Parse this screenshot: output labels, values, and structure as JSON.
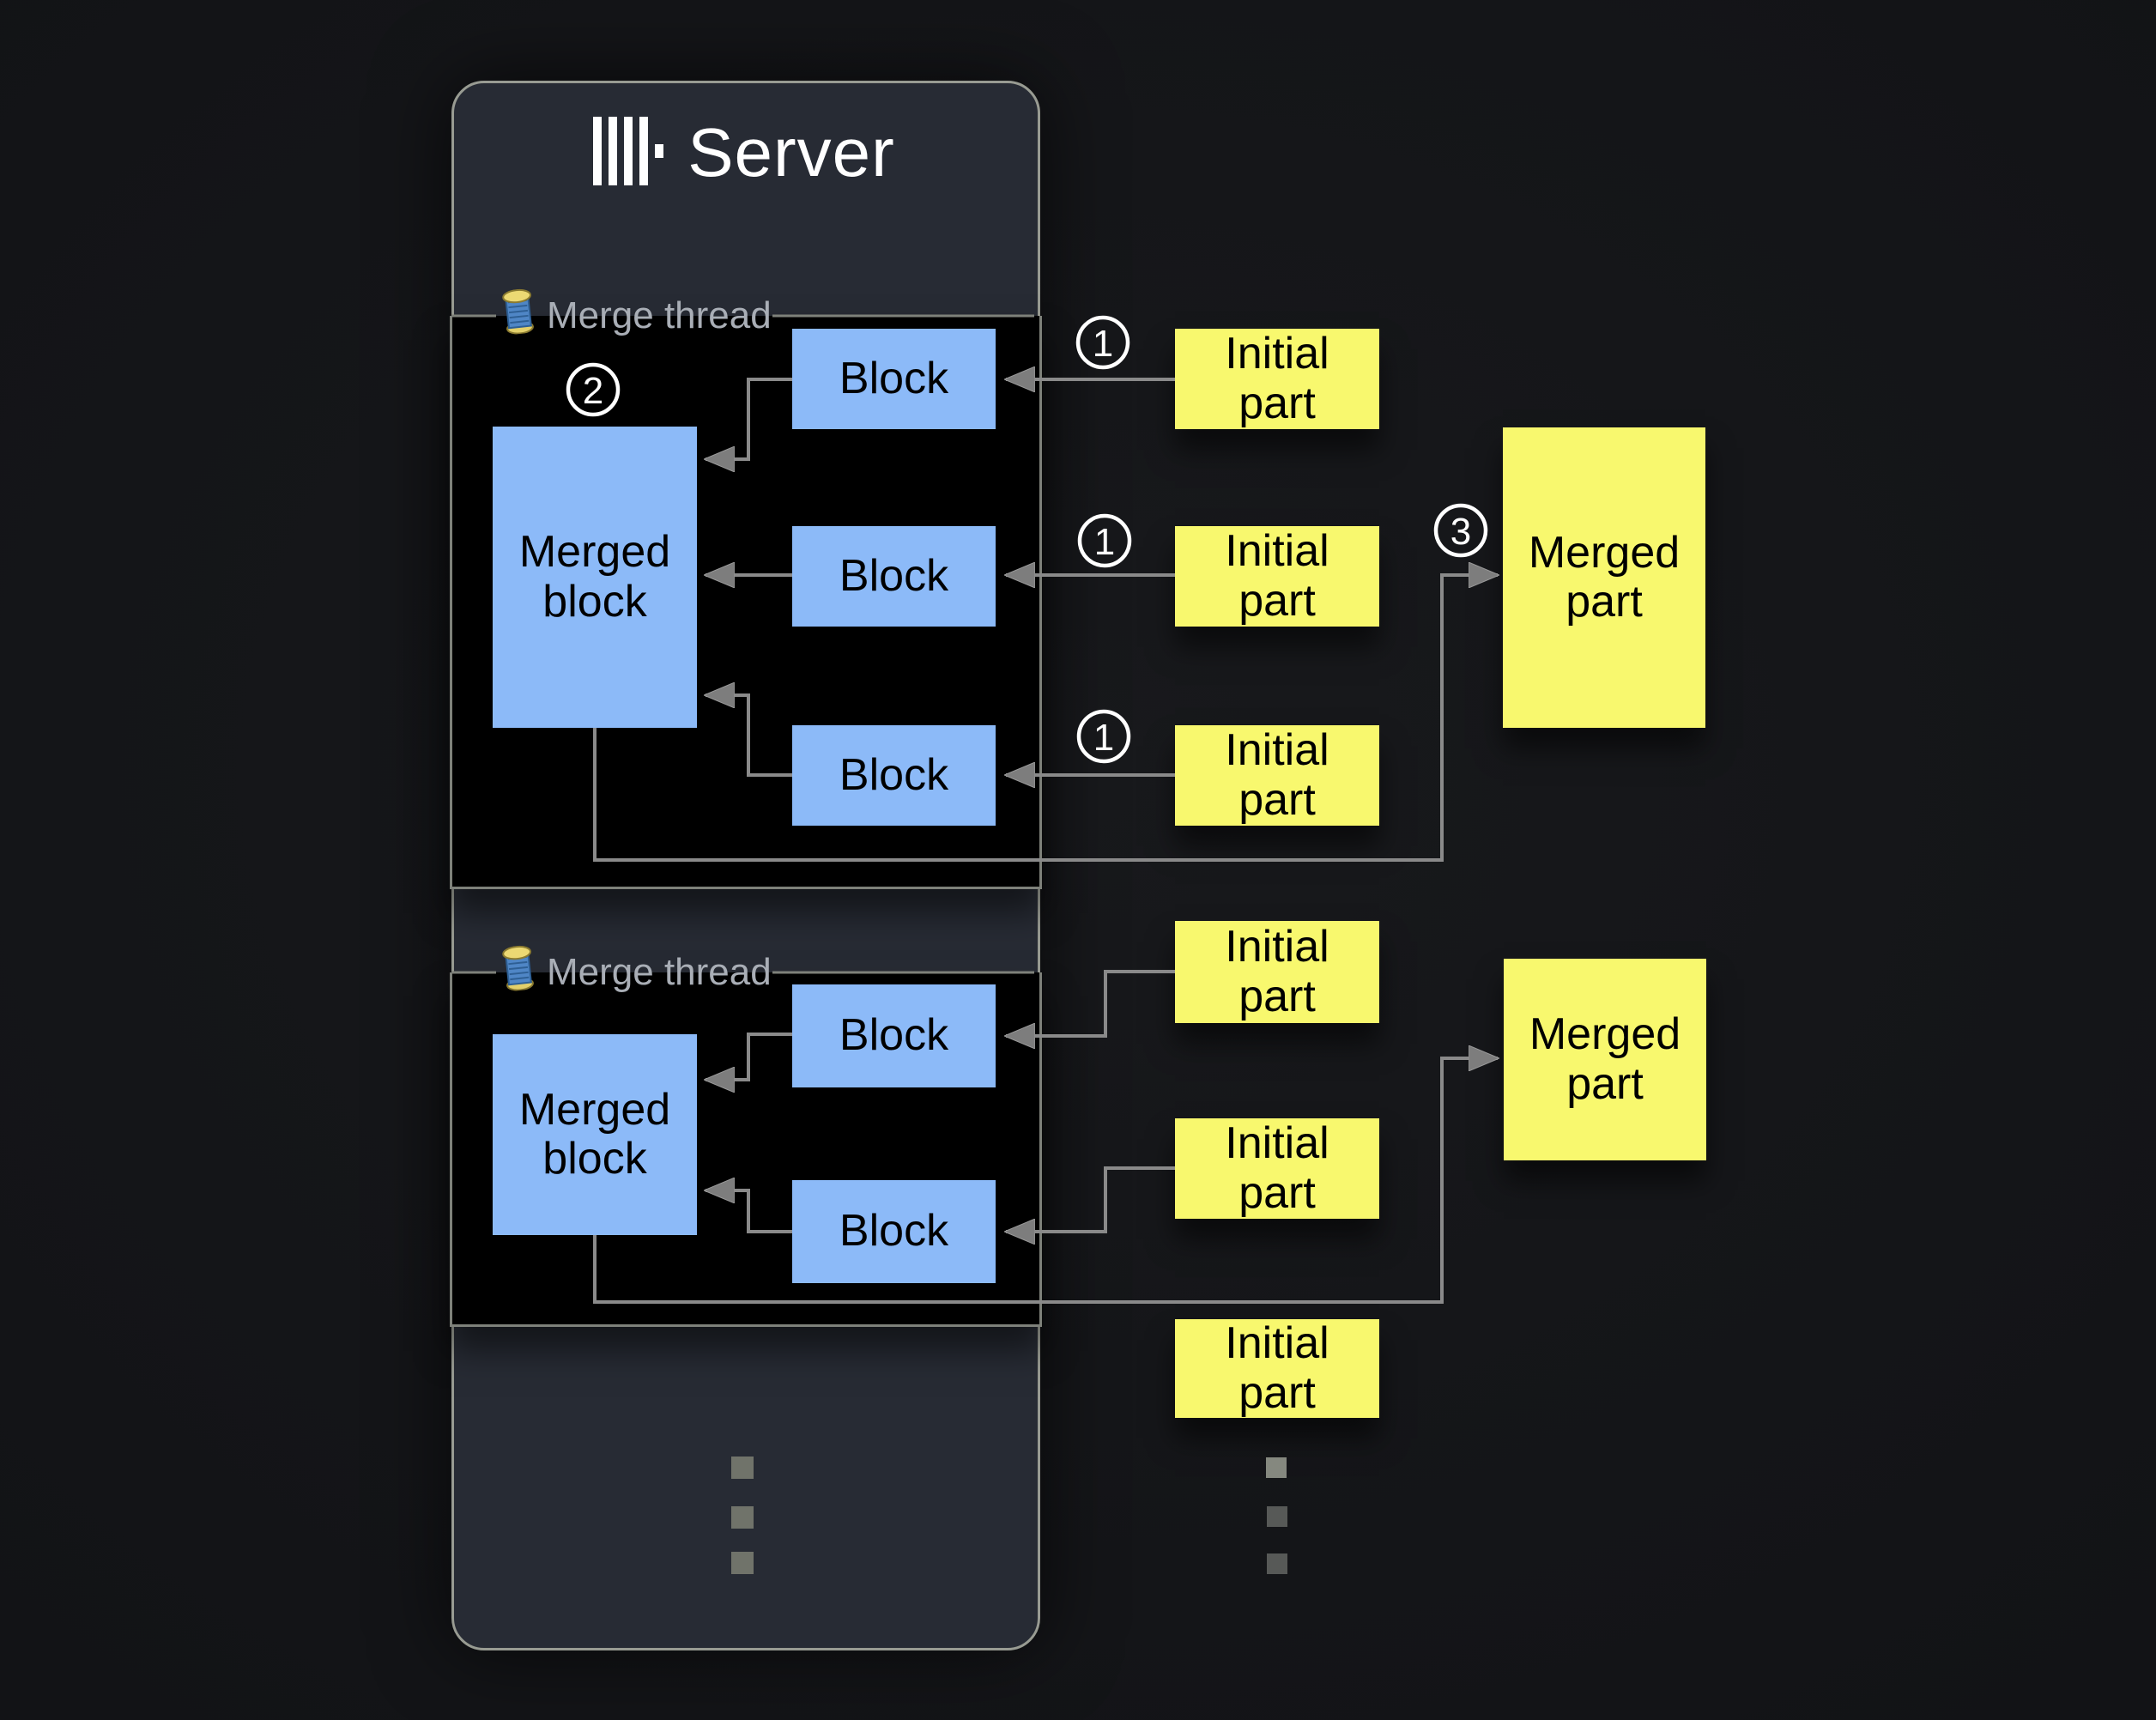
{
  "colors": {
    "block_fill": "#8cbaf8",
    "part_fill": "#f8f86e",
    "server_bg": "#272b34",
    "section_bg": "#000000",
    "connector": "#8a8a8a",
    "box_text": "#000000",
    "title_text": "#ffffff",
    "legend_text": "#a9aeb6"
  },
  "server": {
    "title": "Server",
    "logo_icon": "clickhouse-logo",
    "ellipsis_icon": "vertical-dots",
    "threads": [
      {
        "icon": "thread-spool-icon",
        "label": "Merge thread",
        "merged_block_label": "Merged block",
        "block_labels": [
          "Block",
          "Block",
          "Block"
        ]
      },
      {
        "icon": "thread-spool-icon",
        "label": "Merge thread",
        "merged_block_label": "Merged block",
        "block_labels": [
          "Block",
          "Block"
        ]
      }
    ]
  },
  "parts": {
    "initial_group_1": [
      "Initial part",
      "Initial part",
      "Initial part"
    ],
    "initial_group_2": [
      "Initial part",
      "Initial part",
      "Initial part"
    ],
    "merged_parts": [
      "Merged part",
      "Merged part"
    ],
    "ellipsis_icon": "vertical-dots"
  },
  "annotations": {
    "step_1": "1",
    "step_2": "2",
    "step_3": "3"
  }
}
